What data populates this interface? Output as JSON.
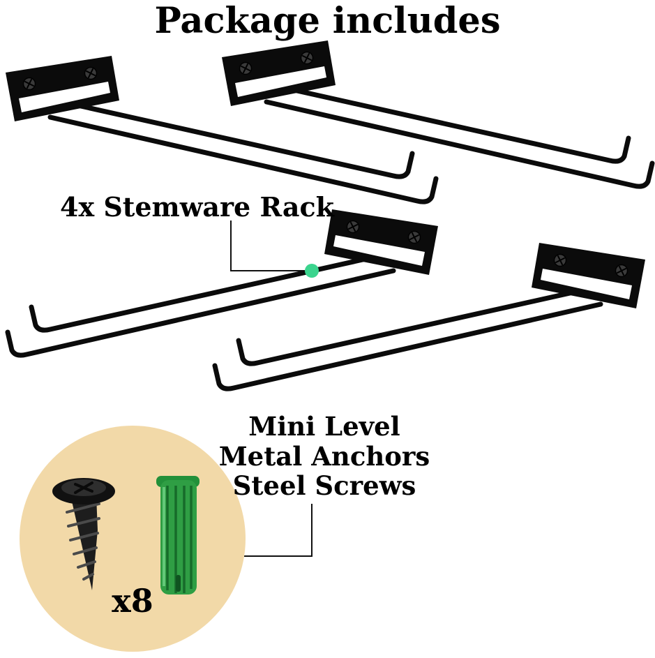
{
  "title": "Package includes",
  "rack_section": {
    "label": "4x Stemware Rack",
    "rack_count": 4
  },
  "hardware_section": {
    "labels": [
      "Mini Level",
      "Metal Anchors",
      "Steel Screws"
    ],
    "quantity_label": "x8"
  },
  "icons": {
    "stemware_rack": "black wall-mount stemware rail with bracket, two rails and upturned hooks",
    "bracket_screw": "phillips screw head on mounting bracket",
    "steel_screw": "black tapered steel screw",
    "wall_anchor": "green ribbed plastic wall anchor",
    "callout_dot": "green marker dot with leader line"
  },
  "colors": {
    "background": "#ffffff",
    "text": "#000000",
    "rack_metal": "#0b0b0b",
    "callout_dot": "#3bd48e",
    "circle_background": "#f2d9a8",
    "anchor_green": "#2f9e44",
    "screw_black": "#1d1d1d"
  }
}
